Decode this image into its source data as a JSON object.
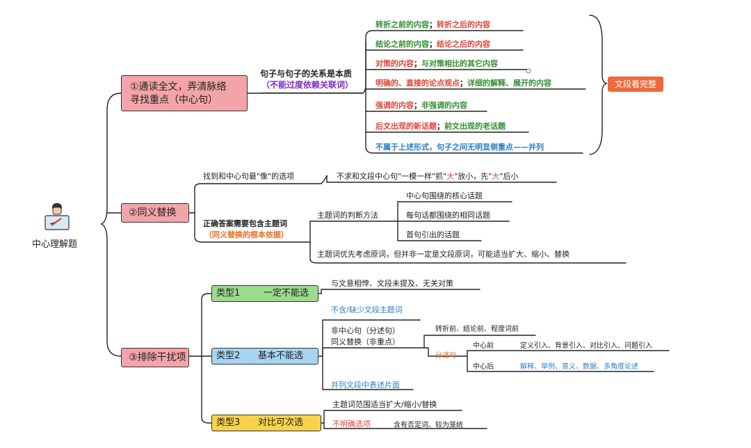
{
  "colors": {
    "red_box": "#f2a4a8",
    "green_box": "#9bdc8c",
    "blue_box": "#a8d4f2",
    "yellow_box": "#f7d34a",
    "tag": "#ec6a3c",
    "green_text": "#2f8f2f",
    "red_text": "#e0453a",
    "blue_text": "#2a7fc8"
  },
  "root": {
    "label": "中心理解题",
    "icon": "person-laptop-icon"
  },
  "branch1": {
    "title_l1": "①通读全文，弄清脉络",
    "title_l2": "寻找重点（中心句）",
    "relation": "句子与句子的关系是本质",
    "relation_note": "（不能过度依赖关联词）",
    "tag": "文段看完整",
    "items": [
      {
        "a": "转折之前的内容",
        "sep": "；",
        "b": "转折之后的内容"
      },
      {
        "a": "结论之前的内容",
        "sep": "；",
        "b": "结论之后的内容"
      },
      {
        "a": "对策的内容",
        "sep": "；",
        "b": "与对策相比的其它内容"
      },
      {
        "a": "明确的、直接的论点观点",
        "sep": "；",
        "b": "详细的解释、展开的内容"
      },
      {
        "a": "强调的内容",
        "sep": "；",
        "b": "非强调的内容"
      },
      {
        "a": "后文出现的新话题",
        "sep": "；",
        "b": "前文出现的老话题"
      }
    ],
    "last_item": "不属于上述形式，句子之间无明显侧重点——并列"
  },
  "branch2": {
    "title": "②同义替换",
    "find": "找到和中心句最\"像\"的选项",
    "find_desc_1": "不求和文段中心句\"一模一样\"抓\"",
    "find_desc_big1": "大",
    "find_desc_2": "\"放小，先\"",
    "find_desc_big2": "大",
    "find_desc_3": "\"后小",
    "need": "正确答案需要包含主题词",
    "need_note": "（同义替换的根本依据）",
    "method": "主题词的判断方法",
    "methods": [
      "中心句围绕的核心话题",
      "每句话都围绕的相同话题",
      "首句引出的话题"
    ],
    "prefer": "主题词优先考虑原词，但并非一定是文段原词，可能适当扩大、缩小、替换"
  },
  "branch3": {
    "title": "③排除干扰项",
    "type1": {
      "label": "类型1",
      "verdict": "一定不能选",
      "desc": "与文意相悖、文段未提及、无关对策"
    },
    "type2": {
      "label": "类型2",
      "verdict": "基本不能选",
      "a": "不含/缺少文段主题词",
      "b1": "非中心句（分述句）",
      "b2": "同义替换（非重点）",
      "b_sub": "转折前、结论前、程度词前",
      "fenshu": "分述句",
      "before": "中心前",
      "before_desc": "定义引入、背景引入、对比引入、问题引入",
      "after": "中心后",
      "after_desc": "解释、举例、意义、数据、多角度论述",
      "c": "并列文段中表述片面"
    },
    "type3": {
      "label": "类型3",
      "verdict": "对比可次选",
      "a": "主题词范围适当扩大/缩小/替换",
      "b": "不明确选项",
      "b_desc": "含有否定词、较为笼统"
    }
  }
}
